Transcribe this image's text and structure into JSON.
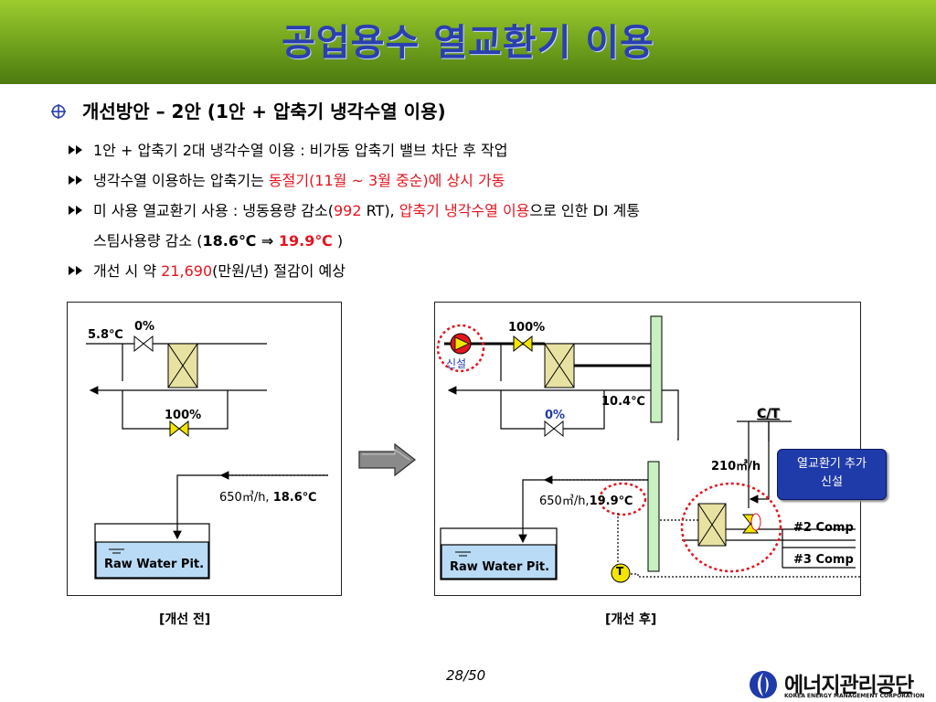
{
  "header": {
    "title": "공업용수 열교환기 이용"
  },
  "section": {
    "title": "개선방안 – 2안  (1안 + 압축기 냉각수열 이용)"
  },
  "bullets": {
    "b1": "1안 + 압축기 2대 냉각수열 이용 : 비가동 압축기 밸브 차단 후 작업",
    "b2_pre": "냉각수열 이용하는 압축기는 ",
    "b2_red": "동절기(11월 ~ 3월 중순)에 상시 가동",
    "b3_pre": "미 사용 열교환기 사용 : 냉동용량 감소(",
    "b3_rt_num": "992",
    "b3_rt_unit": " RT), ",
    "b3_red": "압축기 냉각수열 이용",
    "b3_post": "으로 인한 DI 계통",
    "b3_cont_pre": "스팀사용량 감소 (",
    "b3_cont_t1": "18.6℃",
    "b3_cont_arrow": " ⇒ ",
    "b3_cont_t2": "19.9℃",
    "b3_cont_post": " )",
    "b4_pre": "개선 시 약 ",
    "b4_red": "21,690",
    "b4_post": "(만원/년) 절감이 예상"
  },
  "before": {
    "temp_in": "5.8℃",
    "valve_top": "0%",
    "valve_bottom": "100%",
    "flow_num": "650㎥/h, ",
    "flow_temp": "18.6℃",
    "pit_label": "Raw Water Pit.",
    "caption": "[개선 전]"
  },
  "after": {
    "valve_top": "100%",
    "new_label": "신설",
    "temp_out": "10.4℃",
    "valve_bottom": "0%",
    "ct_label": "C/T",
    "ct_flow": "210㎥/h",
    "flow_num": "650㎥/h,",
    "flow_temp": "19.9℃",
    "pit_label": "Raw Water Pit.",
    "sensor": "T",
    "comp2": "#2 Comp",
    "comp3": "#3 Comp",
    "callout_line1": "열교환기 추가",
    "callout_line2": "신설",
    "caption": "[개선 후]"
  },
  "footer": {
    "page": "28/50",
    "logo_main": "에너지관리공단",
    "logo_sub": "KOREA ENERGY MANAGEMENT CORPORATION"
  },
  "colors": {
    "title": "#2a3fb0",
    "accent_red": "#e3151f",
    "valve_yellow": "#f2e600",
    "hx_fill": "#e8e2a2",
    "tower_green": "#c8f0c0",
    "pit_blue": "#b9dbf5",
    "callout": "#1f3aa9"
  }
}
